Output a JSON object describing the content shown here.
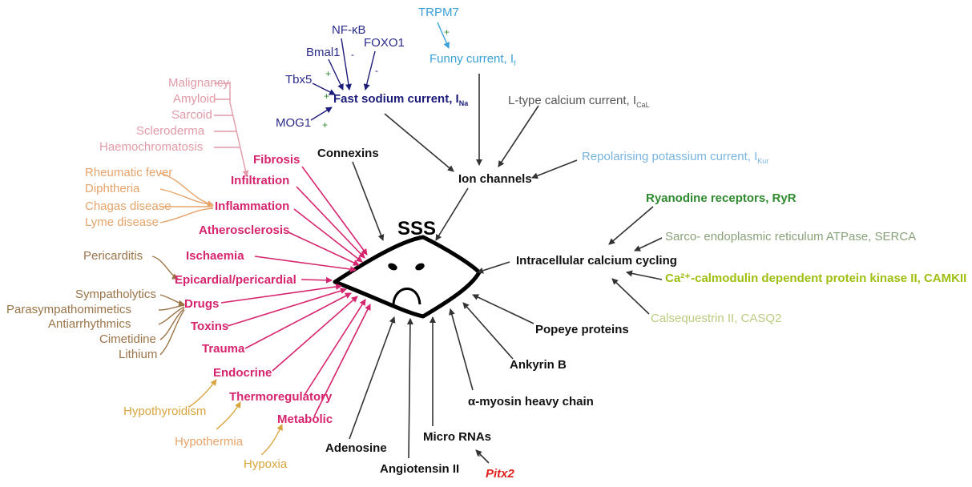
{
  "center": {
    "title": "SSS"
  },
  "labels": {
    "trpm7": "TRPM7",
    "funny_current": "Funny current, I",
    "nfkb": "NF-κB",
    "bmal1": "Bmal1",
    "foxo1": "FOXO1",
    "tbx5": "Tbx5",
    "mog1": "MOG1",
    "fast_sodium": "Fast sodium current, I",
    "l_type": "L-type calcium current, I",
    "repolarising": "Repolarising potassium current, I",
    "ion_channels": "Ion channels",
    "connexins": "Connexins",
    "ryr": "Ryanodine receptors, RyR",
    "serca": "Sarco- endoplasmic reticulum ATPase, SERCA",
    "intracellular": "Intracellular calcium cycling",
    "camkii": "Ca²⁺-calmodulin dependent protein kinase II, CAMKII",
    "casq2": "Calsequestrin II, CASQ2",
    "popeye": "Popeye proteins",
    "ankyrin": "Ankyrin B",
    "myosin": "α-myosin heavy chain",
    "micro_rnas": "Micro RNAs",
    "pitx2": "Pitx2",
    "angiotensin": "Angiotensin II",
    "adenosine": "Adenosine",
    "fibrosis": "Fibrosis",
    "infiltration": "Infiltration",
    "inflammation": "Inflammation",
    "atherosclerosis": "Atherosclerosis",
    "ischaemia": "Ischaemia",
    "epicardial": "Epicardial/pericardial",
    "drugs": "Drugs",
    "toxins": "Toxins",
    "trauma": "Trauma",
    "endocrine": "Endocrine",
    "thermoregulatory": "Thermoregulatory",
    "metabolic": "Metabolic",
    "malignancy": "Malignancy",
    "amyloid": "Amyloid",
    "sarcoid": "Sarcoid",
    "scleroderma": "Scleroderma",
    "haemochromatosis": "Haemochromatosis",
    "rheumatic": "Rheumatic fever",
    "diphtheria": "Diphtheria",
    "chagas": "Chagas disease",
    "lyme": "Lyme disease",
    "pericarditis": "Pericarditis",
    "sympatholytics": "Sympatholytics",
    "parasympathomimetics": "Parasympathomimetics",
    "antiarrhythmics": "Antiarrhythmics",
    "cimetidine": "Cimetidine",
    "lithium": "Lithium",
    "hypothyroidism": "Hypothyroidism",
    "hypothermia": "Hypothermia",
    "hypoxia": "Hypoxia"
  },
  "subscripts": {
    "funny": "f",
    "sodium": "Na",
    "calcium": "CaL",
    "potassium": "Kur"
  },
  "signs": {
    "plus": "+",
    "minus": "-"
  },
  "colors": {
    "pink": "#d6246e",
    "dark": "#333333",
    "rose": "#e29aa8",
    "tan": "#e6a36a",
    "brown": "#9a7448",
    "gold": "#d9a53f",
    "green": "#2f8a2f",
    "blue": "#3aa0d8"
  }
}
